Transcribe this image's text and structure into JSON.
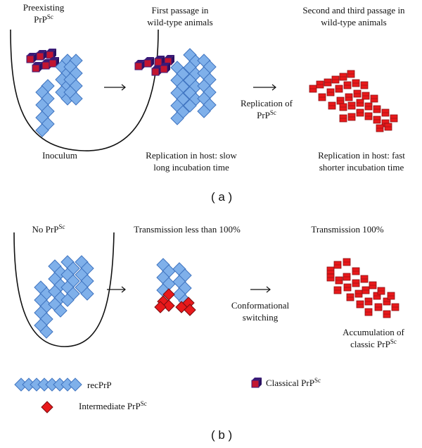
{
  "panel_a": {
    "label": "( a )",
    "preexisting": {
      "line1": "Preexisting",
      "base": "PrP",
      "sup": "Sc"
    },
    "first_passage": {
      "line1": "First passage in",
      "line2": "wild-type animals"
    },
    "second_passage": {
      "line1": "Second and third passage in",
      "line2": "wild-type animals"
    },
    "inoculum": "Inoculum",
    "replication_of": {
      "line1": "Replication of",
      "base": "PrP",
      "sup": "Sc"
    },
    "replication_slow": {
      "line1": "Replication in host: slow",
      "line2": "long incubation time"
    },
    "replication_fast": {
      "line1": "Replication in host: fast",
      "line2": "shorter incubation time"
    }
  },
  "panel_b": {
    "label": "( b )",
    "no_prp": {
      "base": "No PrP",
      "sup": "Sc"
    },
    "transmission_less": "Transmission less than 100%",
    "transmission_full": "Transmission 100%",
    "conformational": {
      "line1": "Conformational",
      "line2": "switching"
    },
    "accumulation": {
      "line1": "Accumulation of",
      "base": "classic PrP",
      "sup": "Sc"
    }
  },
  "legend": {
    "recprp": "recPrP",
    "intermediate": {
      "base": "Intermediate PrP",
      "sup": "Sc"
    },
    "classical": {
      "base": "Classical PrP",
      "sup": "Sc"
    }
  },
  "colors": {
    "blue_fill": "#7fb0ea",
    "blue_stroke": "#3f74c0",
    "red_fill": "#e8191b",
    "red_stroke": "#7a0c10",
    "dark_red_cube": "#c21530",
    "purple_edge": "#3a1a78"
  }
}
